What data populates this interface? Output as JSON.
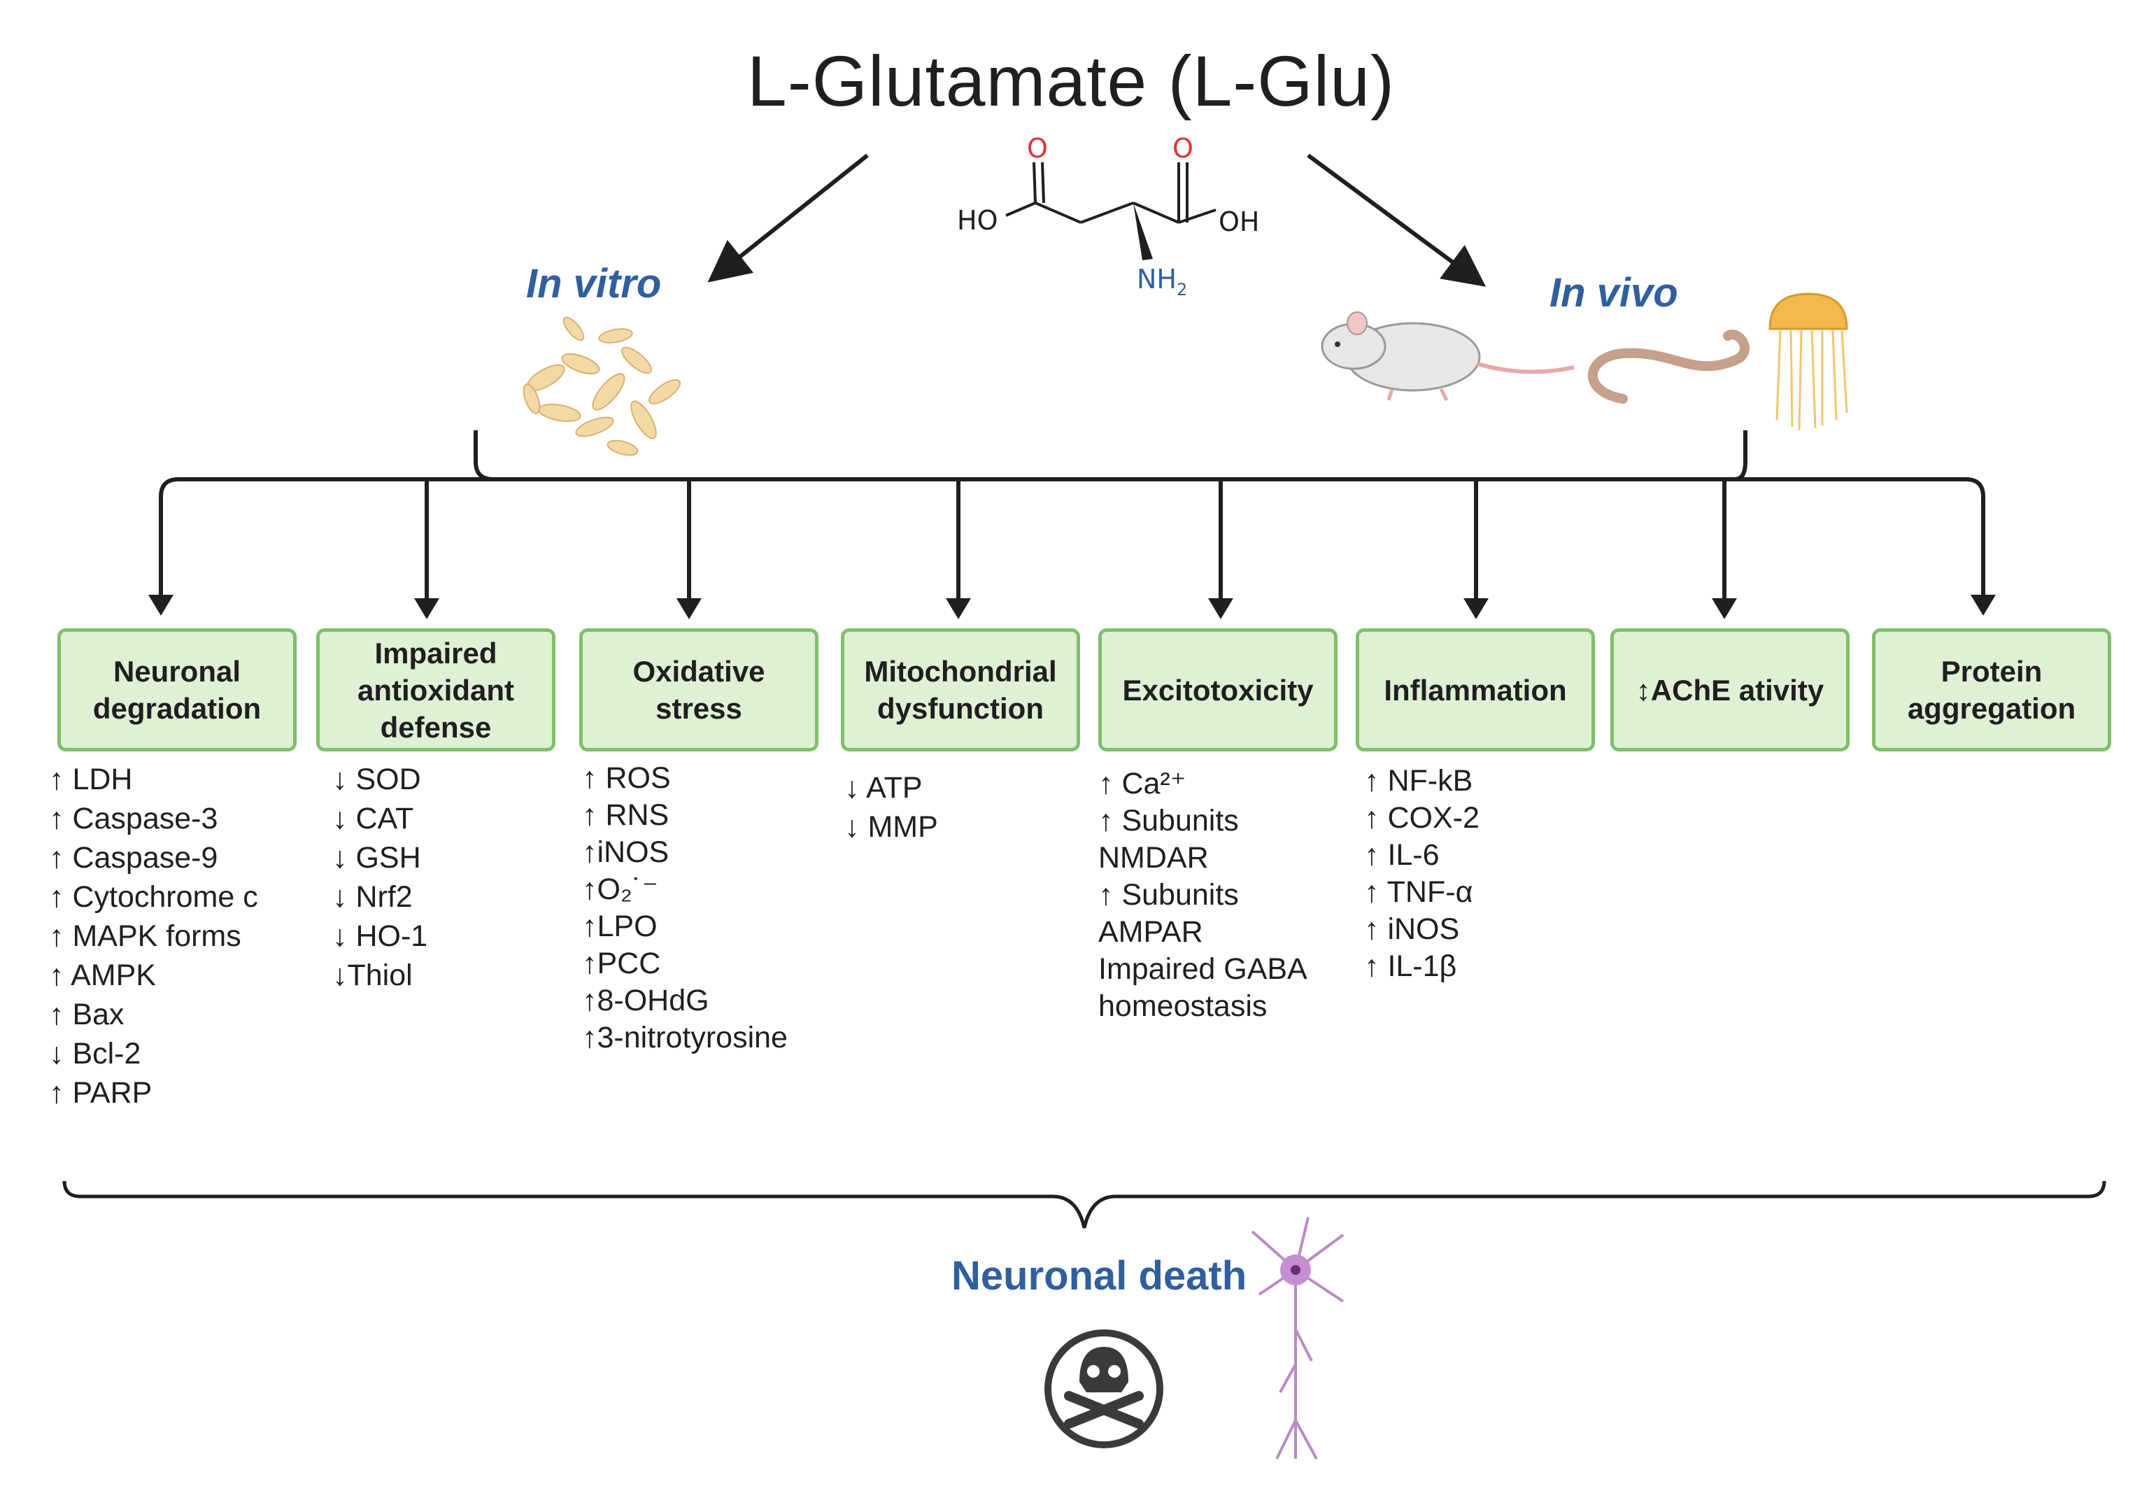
{
  "title": "L-Glutamate (L-Glu)",
  "molecule": {
    "o_left": "O",
    "o_right": "O",
    "ho": "HO",
    "oh": "OH",
    "nh2": "NH",
    "nh2_sub": "2"
  },
  "models": {
    "in_vitro": "In vitro",
    "in_vivo": "In vivo"
  },
  "colors": {
    "box_fill": "#dff0d5",
    "box_border": "#7fbf6a",
    "label_blue": "#2f5f9e",
    "neuron": "#b98ac4"
  },
  "boxes": [
    {
      "label": "Neuronal\ndegradation"
    },
    {
      "label": "Impaired\nantioxidant\ndefense"
    },
    {
      "label": "Oxidative\nstress"
    },
    {
      "label": "Mitochondrial\ndysfunction"
    },
    {
      "label": "Excitotoxicity"
    },
    {
      "label": "Inflammation"
    },
    {
      "label": "↕AChE  ativity"
    },
    {
      "label": "Protein\naggregation"
    }
  ],
  "lists": {
    "neuronal_degradation": [
      "↑ LDH",
      "↑ Caspase-3",
      "↑ Caspase-9",
      "↑ Cytochrome c",
      "↑ MAPK forms",
      "↑ AMPK",
      "↑ Bax",
      "↓ Bcl-2",
      "↑ PARP"
    ],
    "antioxidant": [
      "↓ SOD",
      "↓ CAT",
      "↓ GSH",
      "↓ Nrf2",
      "↓ HO-1",
      "↓Thiol"
    ],
    "oxidative": [
      "↑ ROS",
      "↑ RNS",
      "↑iNOS",
      "↑O₂˙⁻",
      "↑LPO",
      "↑PCC",
      "↑8-OHdG",
      "↑3-nitrotyrosine"
    ],
    "mitochondrial": [
      "↓ ATP",
      "↓ MMP"
    ],
    "excitotoxicity": [
      "↑ Ca²⁺",
      "↑  Subunits",
      "NMDAR",
      "↑  Subunits",
      "AMPAR",
      "Impaired GABA",
      "homeostasis"
    ],
    "inflammation": [
      "↑ NF-kB",
      "↑ COX-2",
      "↑ IL-6",
      "↑ TNF-α",
      "↑ iNOS",
      "↑ IL-1β"
    ]
  },
  "outcome": {
    "label": "Neuronal death",
    "icon": "skull-crossbones-icon"
  }
}
